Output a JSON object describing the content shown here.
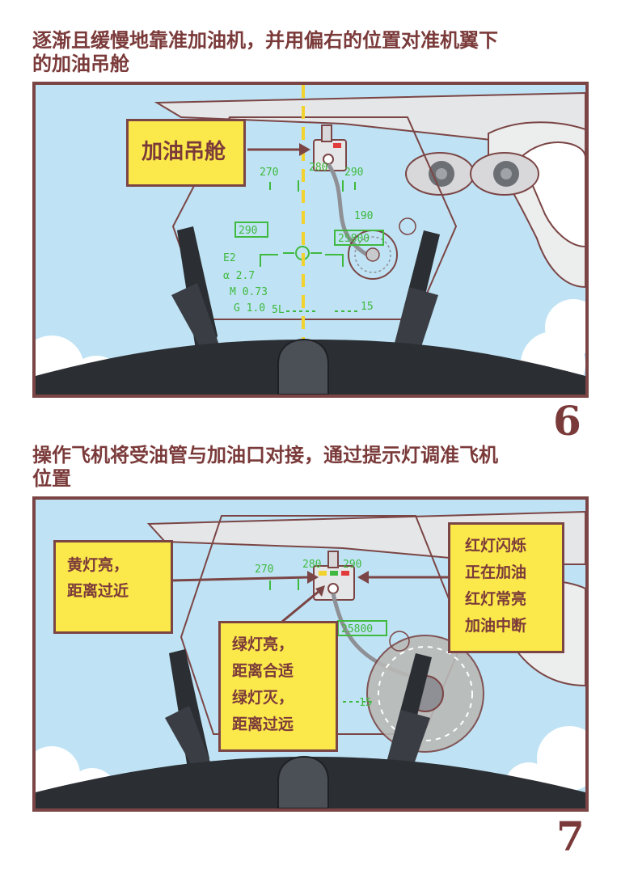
{
  "panel6": {
    "caption_lines": [
      "逐渐且缓慢地靠准加油机，并用偏右的位置对准机翼下",
      "的加油吊舱"
    ],
    "label": "加油吊舱",
    "number": "6",
    "hud": {
      "heading_left": "270",
      "heading_center": "280",
      "heading_right": "290",
      "speed": "290",
      "altitude_top": "190",
      "altitude_box": "25800",
      "e2": "E2",
      "alpha": "α 2.7",
      "mach": "M 0.73",
      "g": "G 1.0",
      "sl": "5L",
      "j5": "15"
    }
  },
  "panel7": {
    "caption_lines": [
      "操作飞机将受油管与加油口对接，通过提示灯调准飞机",
      "位置"
    ],
    "number": "7",
    "note_left": [
      "黄灯亮，",
      "距离过近"
    ],
    "note_center": [
      "绿灯亮，",
      "距离合适",
      "绿灯灭，",
      "距离过远"
    ],
    "note_right": [
      "红灯闪烁",
      "正在加油",
      "红灯常亮",
      "加油中断"
    ],
    "hud": {
      "heading_left": "270",
      "heading_center": "280",
      "heading_right": "290",
      "altitude_box": "25800",
      "j5": "15"
    }
  },
  "colors": {
    "caption": "#7b3a3a",
    "note_bg": "#fbe84a",
    "sky": "#bfe3f4",
    "hud": "#3fb93f",
    "frame": "#7b4545",
    "cockpit": "#2b2e33"
  }
}
